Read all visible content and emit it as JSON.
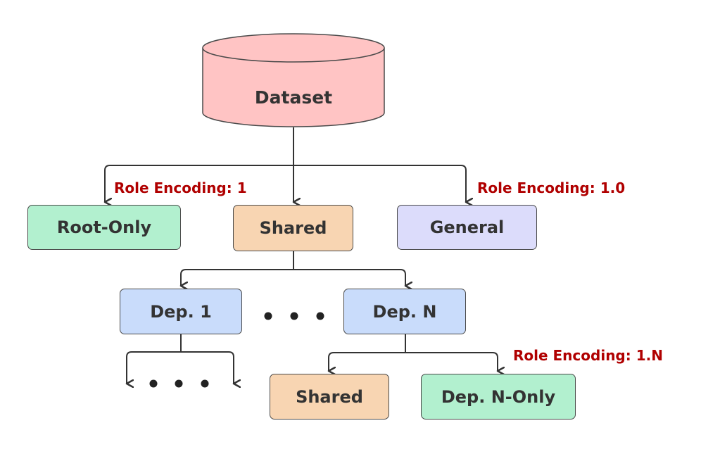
{
  "dataset": {
    "label": "Dataset",
    "fill": "#ffc4c4"
  },
  "nodes": {
    "root_only": "Root-Only",
    "shared_top": "Shared",
    "general": "General",
    "dep_1": "Dep. 1",
    "dep_n": "Dep. N",
    "shared_bottom": "Shared",
    "dep_n_only": "Dep. N-Only"
  },
  "encodings": {
    "root": "Role Encoding: 1",
    "general": "Role Encoding: 1.0",
    "dep_n": "Role Encoding: 1.N"
  },
  "colors": {
    "green": "#b2f0cf",
    "peach": "#f8d5b2",
    "lavender": "#dcdcfb",
    "blue": "#c9dcfb",
    "encoding_text": "#b00000",
    "lines": "#333333"
  }
}
